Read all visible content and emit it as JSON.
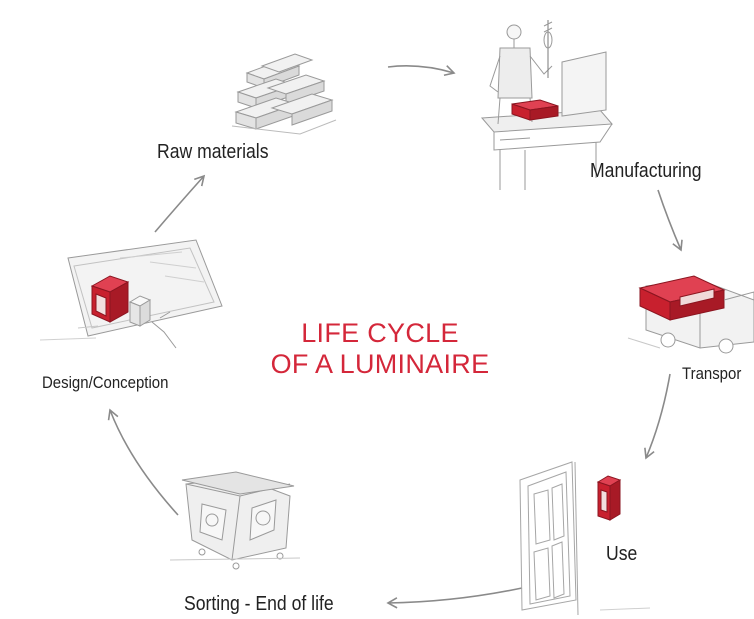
{
  "colors": {
    "accent": "#d4273a",
    "sketch": "#9a9a9a",
    "arrow": "#8a8a8a",
    "box_red": "#c8202e"
  },
  "title": {
    "line1": "LIFE CYCLE",
    "line2": "OF A LUMINAIRE"
  },
  "stages": {
    "raw_materials": {
      "label": "Raw materials",
      "icon": "metal-ingots-icon"
    },
    "manufacturing": {
      "label": "Manufacturing",
      "icon": "worker-at-workbench-icon"
    },
    "transport": {
      "label": "Transpor",
      "icon": "delivery-truck-icon"
    },
    "use": {
      "label": "Use",
      "icon": "wall-lamp-icon"
    },
    "sorting": {
      "label": "Sorting - End of life",
      "icon": "recycling-bin-icon"
    },
    "design": {
      "label": "Design/Conception",
      "icon": "drafting-table-icon"
    }
  }
}
